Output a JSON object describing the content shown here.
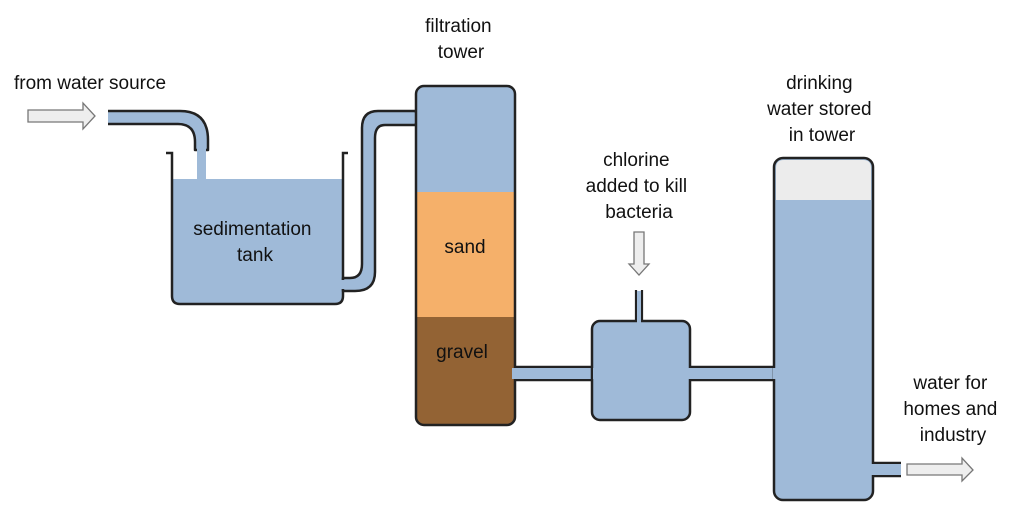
{
  "labels": {
    "source": "from water source",
    "sedimentation": [
      "sedimentation",
      "tank"
    ],
    "filtration": [
      "filtration",
      "tower"
    ],
    "sand": "sand",
    "gravel": "gravel",
    "chlorine": [
      "chlorine",
      "added to kill",
      "bacteria"
    ],
    "storage": [
      "drinking",
      "water stored",
      "in tower"
    ],
    "output": [
      "water for",
      "homes and",
      "industry"
    ]
  },
  "colors": {
    "water": "#9fbad8",
    "sand": "#f5b06a",
    "gravel": "#936334",
    "air": "#ececec",
    "outline": "#222222",
    "arrow": "#eeeeee"
  }
}
